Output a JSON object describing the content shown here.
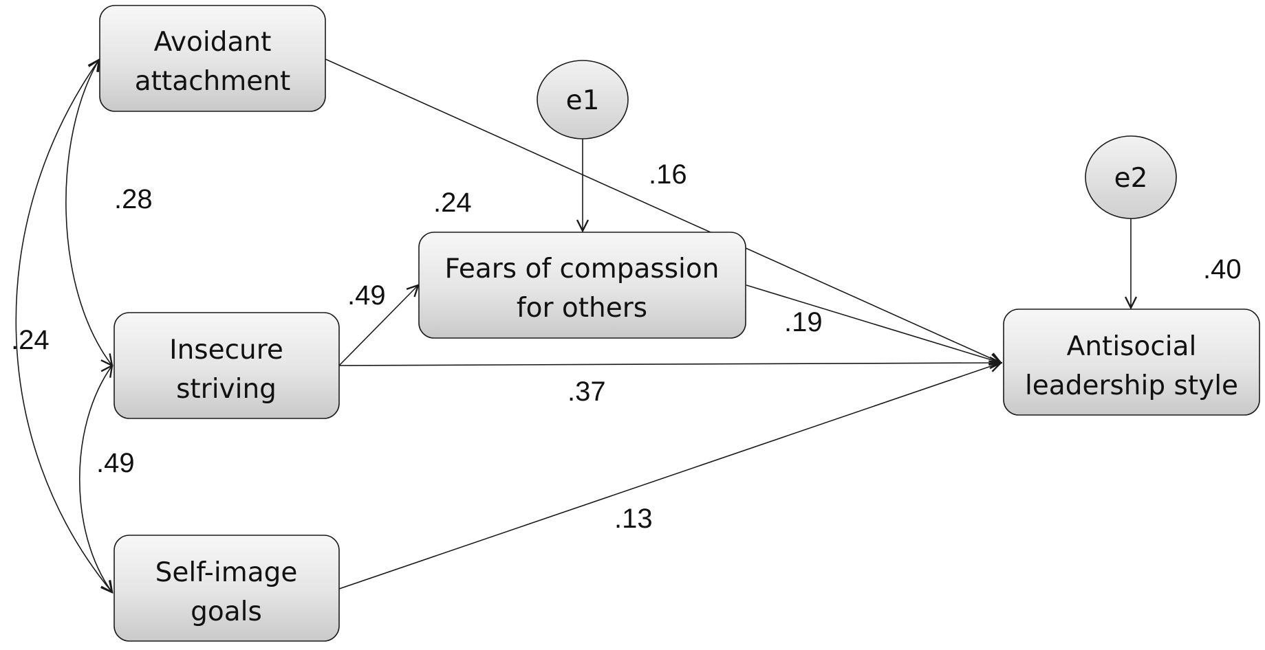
{
  "nodes": {
    "avoidant_attachment": {
      "lines": [
        "Avoidant",
        "attachment"
      ]
    },
    "insecure_striving": {
      "lines": [
        "Insecure",
        "striving"
      ]
    },
    "self_image_goals": {
      "lines": [
        "Self-image",
        "goals"
      ]
    },
    "fears_of_compassion": {
      "lines": [
        "Fears of compassion",
        "for others"
      ]
    },
    "antisocial_leadership": {
      "lines": [
        "Antisocial",
        "leadership style"
      ]
    },
    "e1": {
      "label": "e1"
    },
    "e2": {
      "label": "e2"
    }
  },
  "coefficients": {
    "avoidant_insecure_cov": ".28",
    "avoidant_selfimage_cov": ".24",
    "insecure_selfimage_cov": ".49",
    "insecure_to_fears": ".49",
    "fears_r2": ".24",
    "avoidant_to_antisocial": ".16",
    "fears_to_antisocial": ".19",
    "insecure_to_antisocial": ".37",
    "selfimage_to_antisocial": ".13",
    "antisocial_r2": ".40"
  }
}
